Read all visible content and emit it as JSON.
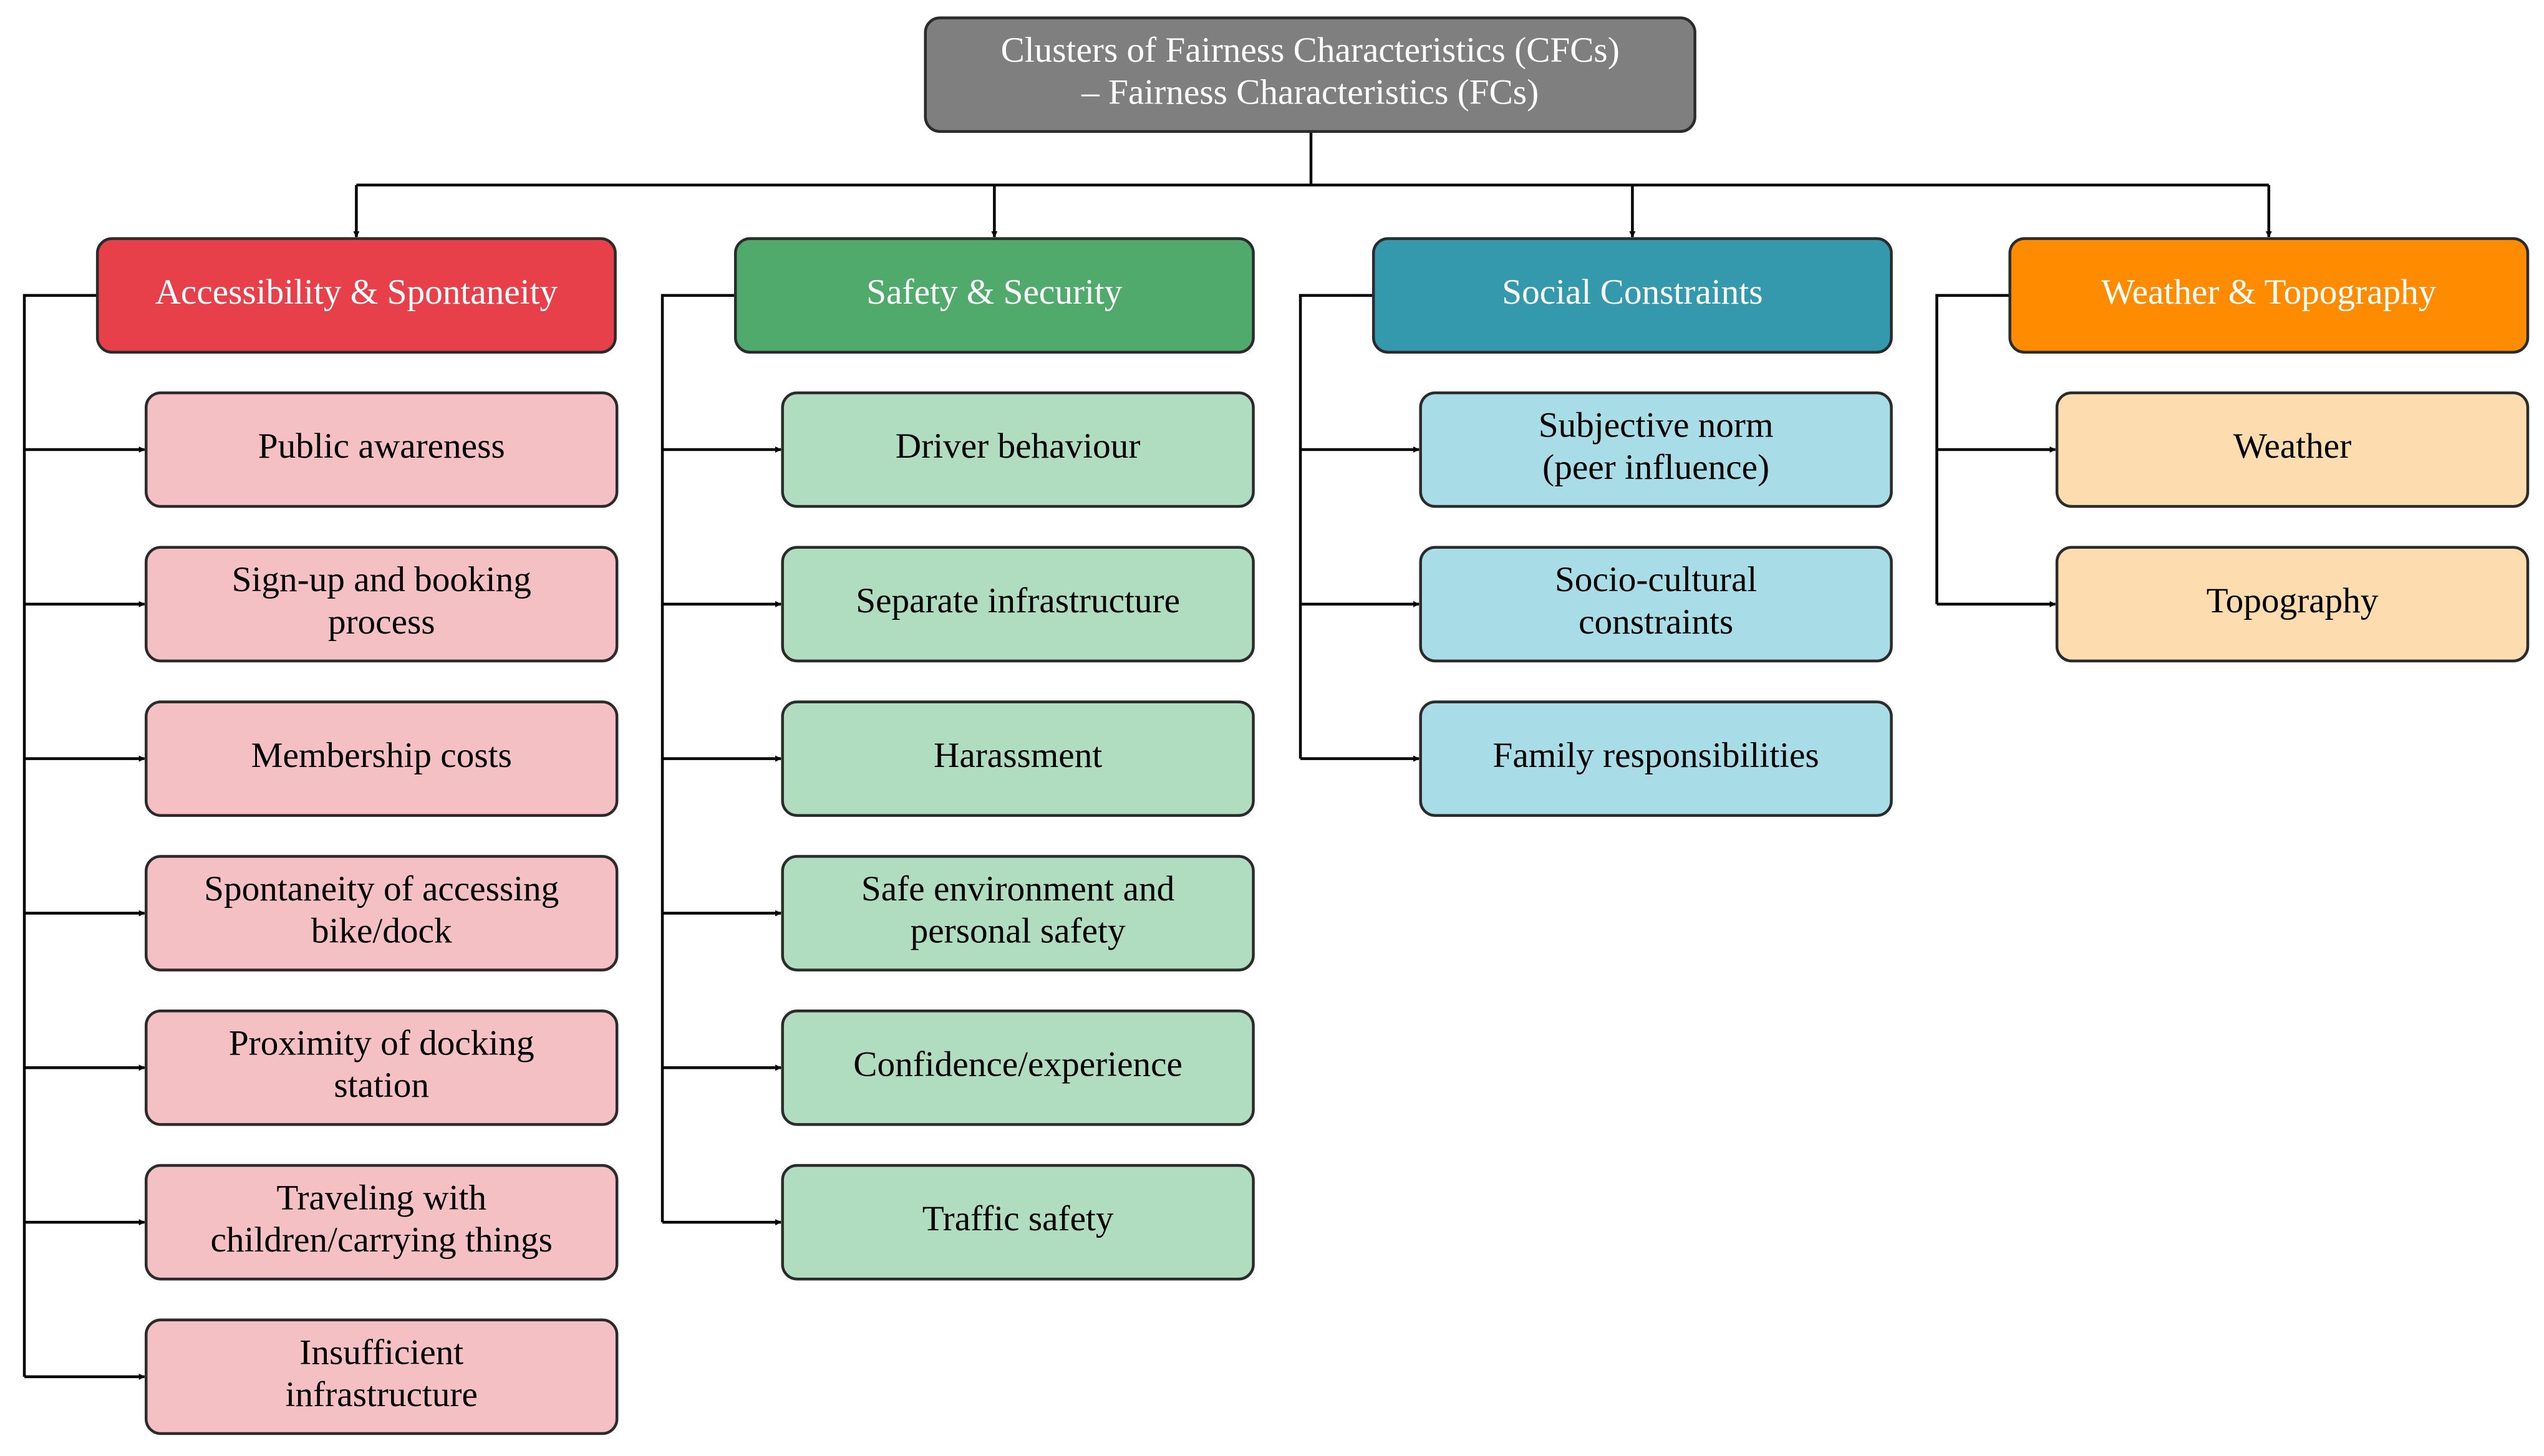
{
  "root": {
    "lines": [
      "Clusters of Fairness Characteristics (CFCs)",
      "– Fairness Characteristics (FCs)"
    ],
    "fill": "#7f7f7f",
    "text_color": "#ffffff"
  },
  "clusters": [
    {
      "id": "accessibility-spontaneity",
      "label": "Accessibility & Spontaneity",
      "header_fill": "#e8404a",
      "item_fill": "#f5c0c4",
      "items": [
        [
          "Public awareness"
        ],
        [
          "Sign-up and booking",
          "process"
        ],
        [
          "Membership costs"
        ],
        [
          "Spontaneity of accessing",
          "bike/dock"
        ],
        [
          "Proximity of docking",
          "station"
        ],
        [
          "Traveling with",
          "children/carrying things"
        ],
        [
          "Insufficient",
          "infrastructure"
        ]
      ]
    },
    {
      "id": "safety-security",
      "label": "Safety & Security",
      "header_fill": "#4faa6c",
      "item_fill": "#b0dcc0",
      "items": [
        [
          "Driver behaviour"
        ],
        [
          "Separate infrastructure"
        ],
        [
          "Harassment"
        ],
        [
          "Safe environment and",
          "personal safety"
        ],
        [
          "Confidence/experience"
        ],
        [
          "Traffic safety"
        ]
      ]
    },
    {
      "id": "social-constraints",
      "label": "Social Constraints",
      "header_fill": "#3499ad",
      "item_fill": "#a8dde8",
      "items": [
        [
          "Subjective norm",
          "(peer influence)"
        ],
        [
          "Socio-cultural",
          "constraints"
        ],
        [
          "Family responsibilities"
        ]
      ]
    },
    {
      "id": "weather-topography",
      "label": "Weather & Topography",
      "header_fill": "#ff8c00",
      "item_fill": "#fdddb0",
      "items": [
        [
          "Weather"
        ],
        [
          "Topography"
        ]
      ]
    }
  ],
  "colors": {
    "connector": "#000000",
    "border": "#2b2b2b",
    "header_text": "#ffffff",
    "item_text": "#000000"
  }
}
